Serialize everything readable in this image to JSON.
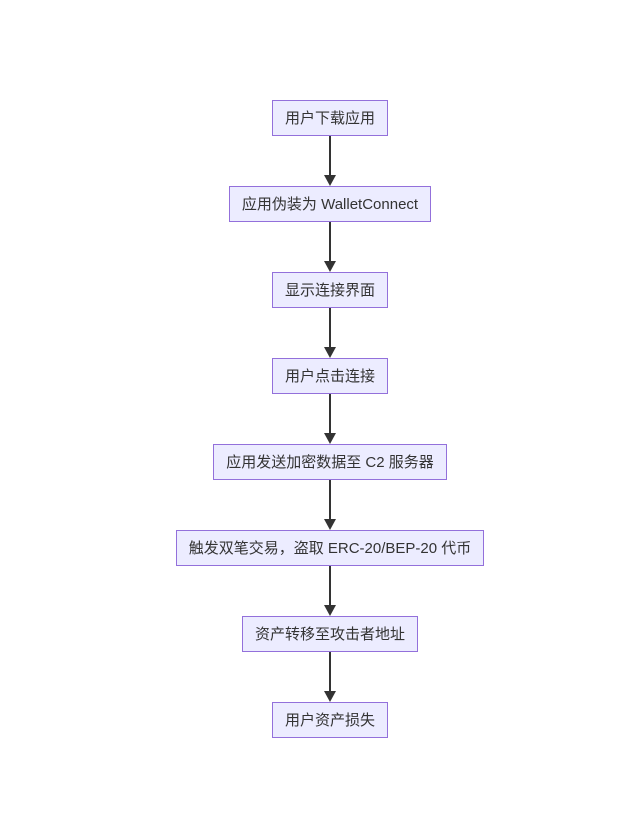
{
  "diagram": {
    "type": "flowchart-vertical",
    "background": "#FFFFFF",
    "node_fill": "#ECECFF",
    "node_border": "#9370DB",
    "text_color": "#333333",
    "arrow_color": "#333333",
    "nodes": [
      {
        "id": "A",
        "label": "用户下载应用"
      },
      {
        "id": "B",
        "label": "应用伪装为 WalletConnect"
      },
      {
        "id": "C",
        "label": "显示连接界面"
      },
      {
        "id": "D",
        "label": "用户点击连接"
      },
      {
        "id": "E",
        "label": "应用发送加密数据至 C2 服务器"
      },
      {
        "id": "F",
        "label": "触发双笔交易，盗取 ERC-20/BEP-20 代币"
      },
      {
        "id": "G",
        "label": "资产转移至攻击者地址"
      },
      {
        "id": "H",
        "label": "用户资产损失"
      }
    ],
    "edges": [
      {
        "from": "A",
        "to": "B"
      },
      {
        "from": "B",
        "to": "C"
      },
      {
        "from": "C",
        "to": "D"
      },
      {
        "from": "D",
        "to": "E"
      },
      {
        "from": "E",
        "to": "F"
      },
      {
        "from": "F",
        "to": "G"
      },
      {
        "from": "G",
        "to": "H"
      }
    ]
  }
}
